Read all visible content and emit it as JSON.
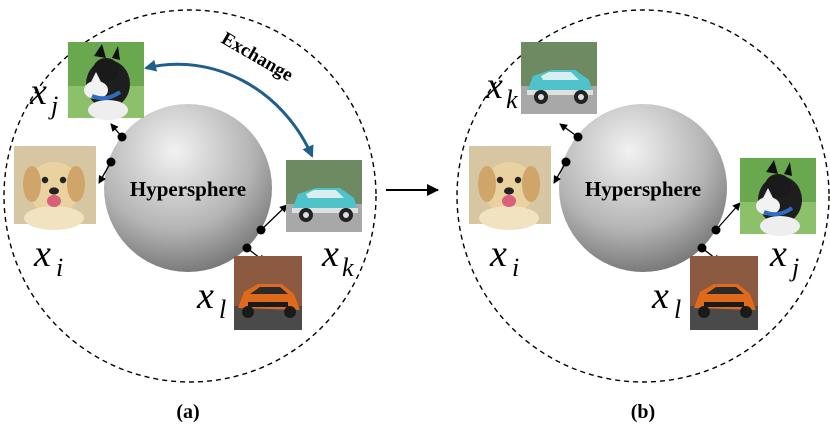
{
  "panel_a": {
    "sphere_label": "Hypersphere",
    "arrow_label": "Exchange",
    "caption": "(a)",
    "symbols": {
      "xj": {
        "base": "x",
        "sub": "j"
      },
      "xi": {
        "base": "x",
        "sub": "i"
      },
      "xk": {
        "base": "x",
        "sub": "k"
      },
      "xl": {
        "base": "x",
        "sub": "l"
      }
    }
  },
  "panel_b": {
    "sphere_label": "Hypersphere",
    "caption": "(b)",
    "symbols": {
      "xk": {
        "base": "x",
        "sub": "k"
      },
      "xi": {
        "base": "x",
        "sub": "i"
      },
      "xj": {
        "base": "x",
        "sub": "j"
      },
      "xl": {
        "base": "x",
        "sub": "l"
      }
    }
  },
  "images": {
    "dog_bw": "black-and-white dog",
    "puppy": "golden puppy",
    "teal_car": "teal vintage car",
    "orange_car": "orange sports car"
  },
  "colors": {
    "exchange_arrow": "#1f5f8b",
    "sphere_light": "#e6e6e6",
    "sphere_dark": "#6f6f6f"
  }
}
